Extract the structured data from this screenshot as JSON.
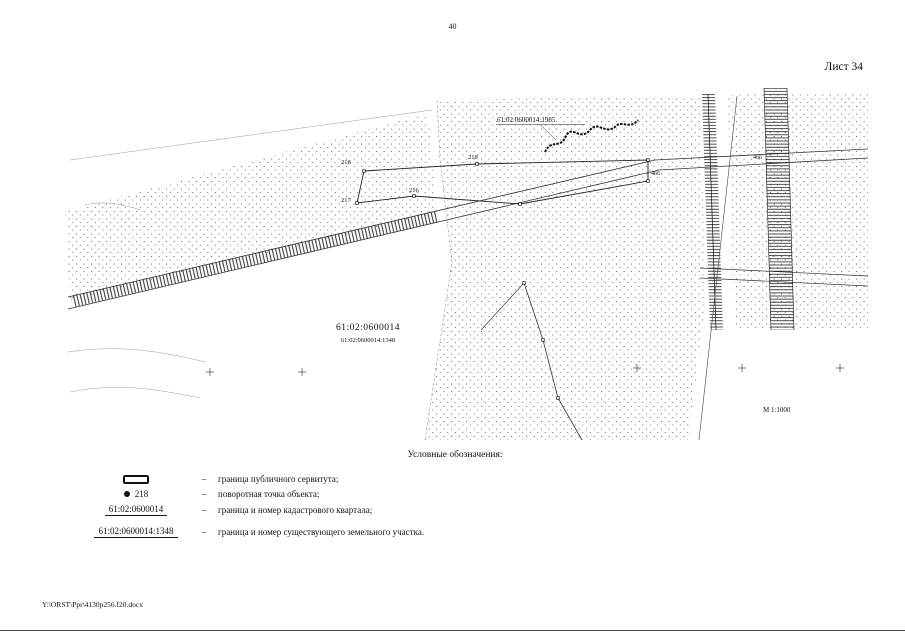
{
  "page": {
    "number": "40",
    "sheet": "Лист 34",
    "footer_path": "Y:\\ORST\\Ppr\\4130p256.f20.docx"
  },
  "map": {
    "labels": {
      "p218a": "218",
      "p217": "217",
      "p216": "216",
      "p218b": "218",
      "n466a": "466",
      "n466b": "466",
      "parcel_1985": "61:02:0600014:1985",
      "quarter": "61:02:0600014",
      "parcel_1348": "61:02:0600014:1348",
      "scale": "М 1:1000"
    }
  },
  "legend": {
    "heading": "Условные обозначения:",
    "dash": "–",
    "items": [
      {
        "symbol": "servitude-boundary-rect",
        "symbol_text": "",
        "label": "граница публичного сервитута;"
      },
      {
        "symbol": "turning-point-dot",
        "symbol_text": "218",
        "label": "поворотная точка объекта;"
      },
      {
        "symbol": "cadastral-quarter-line",
        "symbol_text": "61:02:0600014",
        "label": "граница и номер кадастрового квартала;"
      },
      {
        "symbol": "land-parcel-line",
        "symbol_text": "61:02:0600014:1348",
        "label": "граница и номер существующего земельного участка."
      }
    ]
  }
}
